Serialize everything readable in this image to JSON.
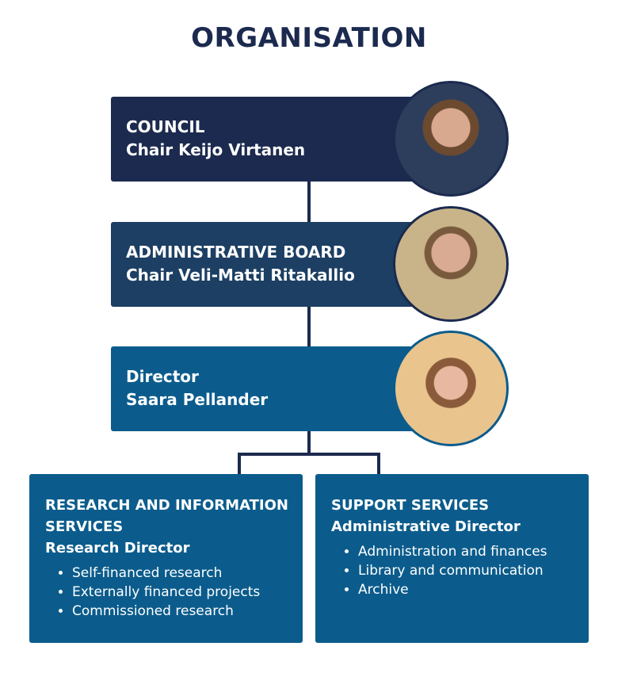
{
  "title": "ORGANISATION",
  "council": {
    "heading": "COUNCIL",
    "person": "Chair Keijo Virtanen"
  },
  "board": {
    "heading": "ADMINISTRATIVE BOARD",
    "person": "Chair Veli-Matti Ritakallio"
  },
  "director": {
    "heading": "Director",
    "person": "Saara Pellander"
  },
  "research": {
    "heading1": "RESEARCH AND INFORMATION",
    "heading2": "SERVICES",
    "role": "Research Director",
    "items": [
      "Self-financed research",
      "Externally financed projects",
      "Commissioned research"
    ]
  },
  "support": {
    "heading": "SUPPORT SERVICES",
    "role": "Administrative Director",
    "items": [
      "Administration and finances",
      "Library and communication",
      "Archive"
    ]
  },
  "colors": {
    "council": "#1b2a4e",
    "board": "#1c3f63",
    "director": "#0b5c8c"
  }
}
